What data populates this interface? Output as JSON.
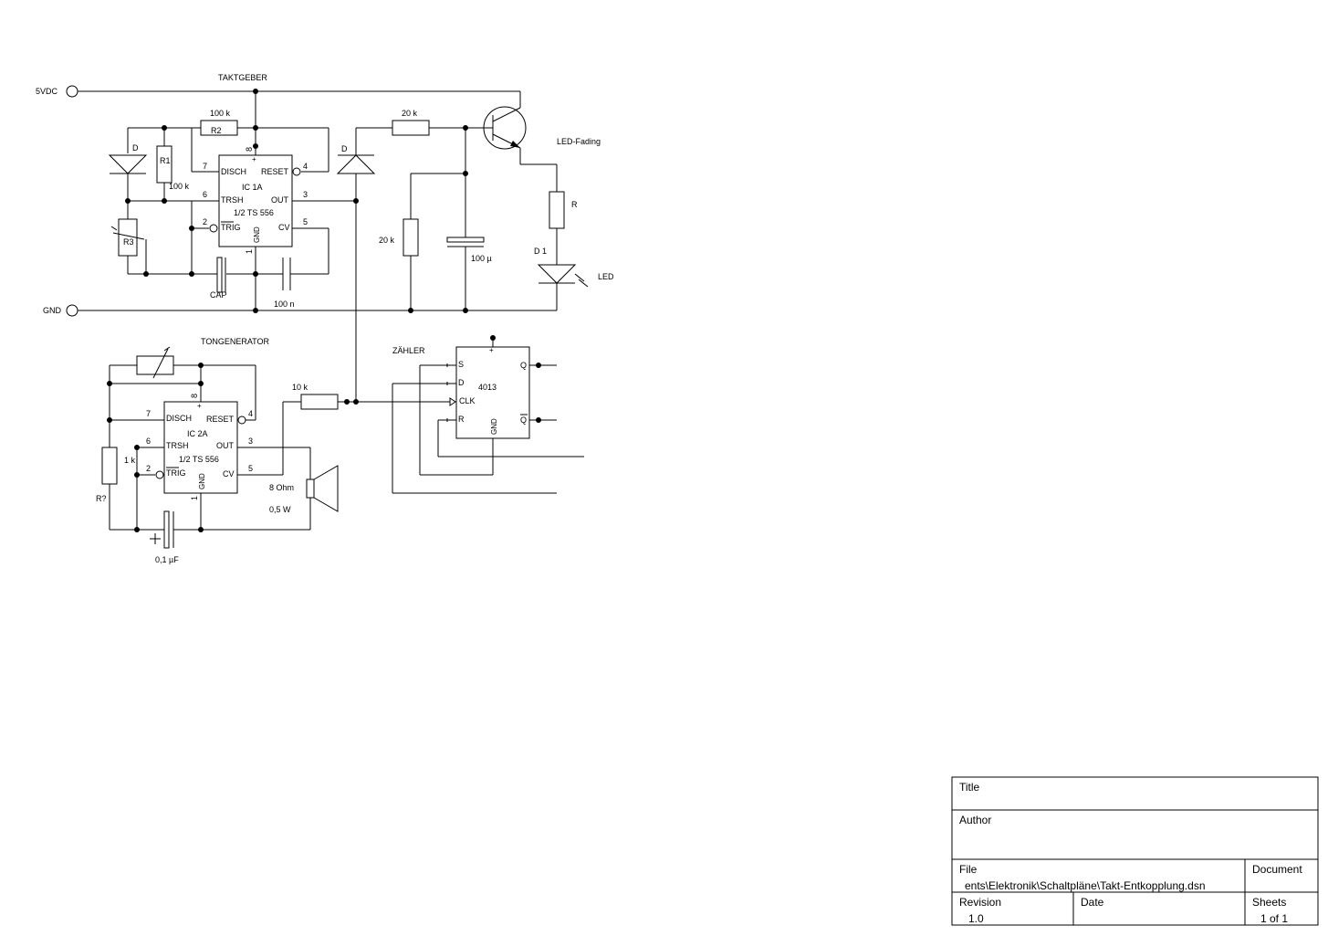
{
  "labels": {
    "vdc": "5VDC",
    "gnd": "GND",
    "taktgeber": "TAKTGEBER",
    "tongenerator": "TONGENERATOR",
    "zaehler": "ZÄHLER",
    "led_fading": "LED-Fading"
  },
  "components": {
    "r2_value": "100 k",
    "r2_name": "R2",
    "r1_name": "R1",
    "r1_value": "100 k",
    "r3_name": "R3",
    "d_left": "D",
    "d_mid": "D",
    "ic1_name": "IC 1A",
    "ic1_type": "1/2 TS 556",
    "cap_name": "CAP",
    "c100n": "100 n",
    "r20k_top": "20 k",
    "r20k_side": "20 k",
    "c100u": "100 µ",
    "r_led": "R",
    "d1_name": "D 1",
    "led_name": "LED",
    "ic2_name": "IC 2A",
    "ic2_type": "1/2 TS 556",
    "r1k": "1 k",
    "rq": "R?",
    "c01u": "0,1 µF",
    "r10k": "10 k",
    "spk1": "8 Ohm",
    "spk2": "0,5 W",
    "ff": "4013"
  },
  "pins": {
    "disch": "DISCH",
    "reset": "RESET",
    "trsh": "TRSH",
    "out": "OUT",
    "trig": "TRIG",
    "cv": "CV",
    "gnd": "GND",
    "p7": "7",
    "p4": "4",
    "p6": "6",
    "p3": "3",
    "p2": "2",
    "p5": "5",
    "p1": "1",
    "p8": "8",
    "s": "S",
    "d": "D",
    "clk": "CLK",
    "r": "R",
    "q": "Q",
    "qb": "Q"
  },
  "titleblock": {
    "title_label": "Title",
    "author_label": "Author",
    "file_label": "File",
    "file_value": "ents\\Elektronik\\Schaltpläne\\Takt-Entkopplung.dsn",
    "document_label": "Document",
    "revision_label": "Revision",
    "revision_value": "1.0",
    "date_label": "Date",
    "sheets_label": "Sheets",
    "sheets_value": "1 of 1"
  }
}
